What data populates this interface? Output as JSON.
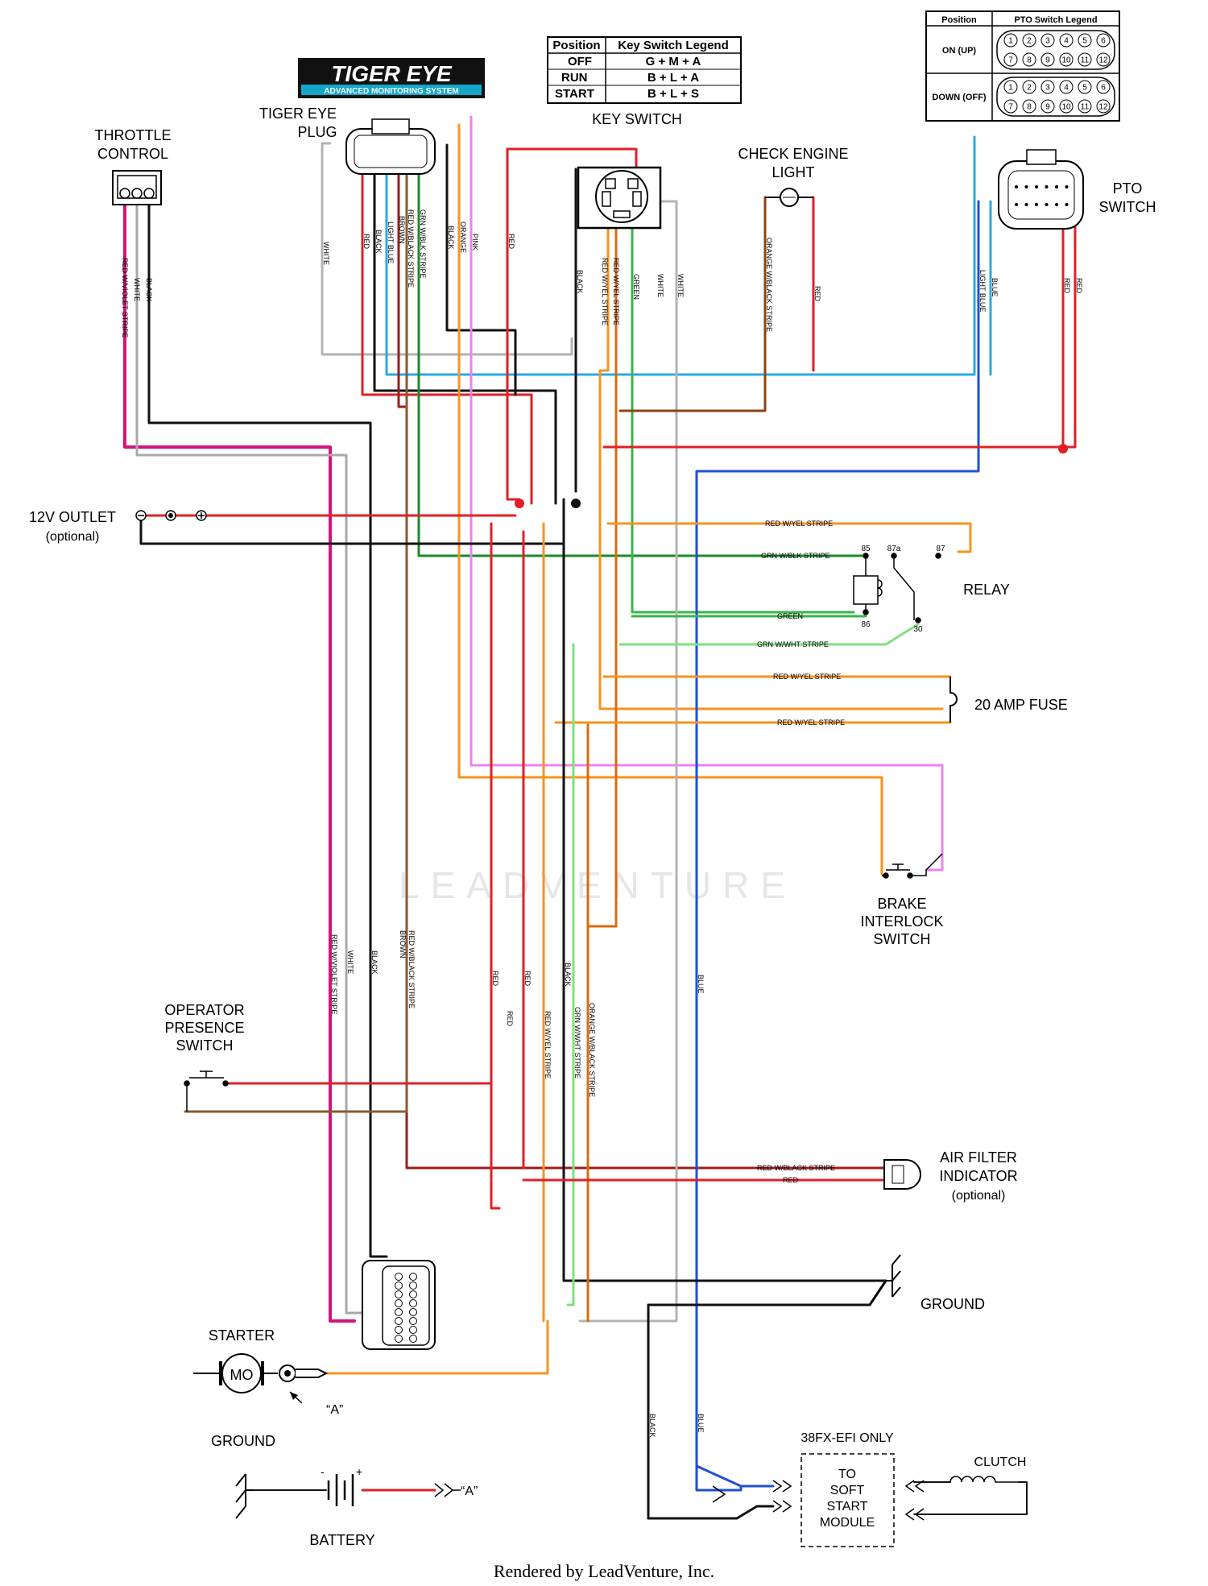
{
  "logo": {
    "title": "TIGER EYE",
    "subtitle": "ADVANCED MONITORING SYSTEM"
  },
  "labels": {
    "throttle": [
      "THROTTLE",
      "CONTROL"
    ],
    "tiger_plug": [
      "TIGER EYE",
      "PLUG"
    ],
    "key_switch": "KEY SWITCH",
    "check_engine": [
      "CHECK ENGINE",
      "LIGHT"
    ],
    "pto_switch": [
      "PTO",
      "SWITCH"
    ],
    "outlet": [
      "12V OUTLET",
      "(optional)"
    ],
    "relay": "RELAY",
    "fuse": "20 AMP FUSE",
    "brake": [
      "BRAKE",
      "INTERLOCK",
      "SWITCH"
    ],
    "operator": [
      "OPERATOR",
      "PRESENCE",
      "SWITCH"
    ],
    "air_filter": [
      "AIR FILTER",
      "INDICATOR",
      "(optional)"
    ],
    "ground_right": "GROUND",
    "starter": "STARTER",
    "motor": "MO",
    "starter_ref": "“A”",
    "ground_left": "GROUND",
    "battery": "BATTERY",
    "battery_ref": "“A”",
    "efi_only": "38FX-EFI ONLY",
    "soft_start": [
      "TO",
      "SOFT",
      "START",
      "MODULE"
    ],
    "clutch": "CLUTCH",
    "watermark": "LEADVENTURE",
    "footer": "Rendered by LeadVenture, Inc."
  },
  "key_switch_legend": {
    "headers": [
      "Position",
      "Key Switch Legend"
    ],
    "rows": [
      [
        "OFF",
        "G + M + A"
      ],
      [
        "RUN",
        "B + L + A"
      ],
      [
        "START",
        "B + L + S"
      ]
    ]
  },
  "pto_switch_legend": {
    "headers": [
      "Position",
      "PTO Switch Legend"
    ],
    "rows": [
      "ON (UP)",
      "DOWN (OFF)"
    ],
    "pins": [
      "1",
      "2",
      "3",
      "4",
      "5",
      "6",
      "7",
      "8",
      "9",
      "10",
      "11",
      "12"
    ]
  },
  "relay_pins": [
    "85",
    "87a",
    "87",
    "86",
    "30"
  ],
  "wire_labels": {
    "white": "WHITE",
    "red": "RED",
    "black": "BLACK",
    "light_blue": "LIGHT BLUE",
    "red_blk": "RED W/BLACK STRIPE",
    "brown": "BROWN",
    "grn_blk": "GRN W/BLK STRIPE",
    "orange": "ORANGE",
    "pink": "PINK",
    "red_yel": "RED W/YEL STRIPE",
    "green": "GREEN",
    "orange_blk": "ORANGE W/BLACK STRIPE",
    "blue": "BLUE",
    "red_violet": "RED W/VIOLET STRIPE",
    "grn_wht": "GRN W/WHT STRIPE"
  },
  "wire_colors": {
    "red": "#e21f26",
    "black": "#111111",
    "white": "#b3b3b3",
    "orange": "#f7931e",
    "brown": "#8b5a2b",
    "green": "#39b54a",
    "light_green": "#7fe07f",
    "light_blue": "#29abe2",
    "blue": "#1f4fd6",
    "pink": "#ee82ee",
    "magenta": "#d4147a",
    "dark_red": "#9e1c1c",
    "olive": "#6b5a2e"
  }
}
